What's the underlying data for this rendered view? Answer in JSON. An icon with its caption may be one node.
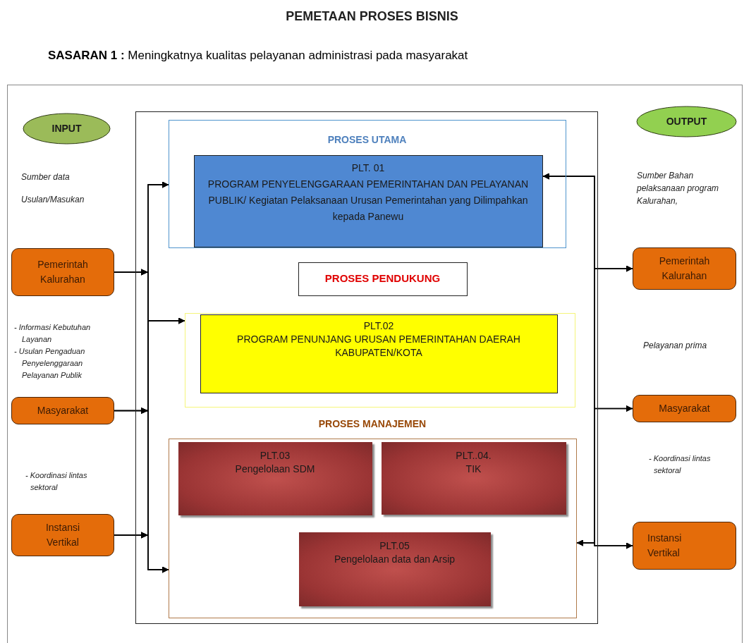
{
  "diagram": {
    "title": "PEMETAAN PROSES BISNIS",
    "nodes": [
      {
        "text": [
          "INPUT"
        ]
      },
      {
        "text": [
          "OUTPUT"
        ]
      },
      {
        "text": [],
        "shape": "box"
      },
      {
        "text": [
          "PROSES UTAMA"
        ],
        "in": 2
      },
      {
        "text": [
          "PLT. 01",
          "PROGRAM PENYELENGGARAAN PEMERINTAHAN DAN PELAYANAN PUBLIK/ Kegiatan Pelaksanaan Urusan Pemerintahan yang Dilimpahkan kepada Panewu"
        ],
        "in": 3
      },
      {
        "text": [
          "PROSES PENDUKUNG"
        ],
        "in": 2
      },
      {
        "text": [],
        "shape": "box",
        "in": 2
      },
      {
        "text": [
          "PLT.02",
          "PROGRAM PENUNJANG URUSAN PEMERINTAHAN DAERAH KABUPATEN/KOTA"
        ],
        "in": 6
      },
      {
        "text": [
          "PROSES MANAJEMEN"
        ],
        "in": 2
      },
      {
        "text": [
          "PLT.03",
          "Pengelolaan SDM"
        ],
        "in": 8
      },
      {
        "text": [
          "PLT..04.",
          "TIK"
        ],
        "in": 8
      },
      {
        "text": [
          "PLT.05",
          "Pengelolaan data dan Arsip"
        ],
        "in": 8
      },
      {
        "text": [
          "Pemerintah Kalurahan"
        ]
      },
      {
        "text": [
          "Masyarakat"
        ]
      },
      {
        "text": [
          "Instansi Vertikal"
        ]
      },
      {
        "text": [
          "Pemerintah Kalurahan"
        ]
      },
      {
        "text": [
          "Masyarakat"
        ]
      },
      {
        "text": [
          "Instansi Vertikal"
        ]
      }
    ],
    "edges": [
      {
        "from": 12,
        "to": 3,
        "arrow": "to"
      },
      {
        "from": 12,
        "to": 6,
        "arrow": "to"
      },
      {
        "from": 12,
        "to": 8,
        "arrow": "to"
      },
      {
        "from": 13,
        "to": 3,
        "arrow": "to"
      },
      {
        "from": 13,
        "to": 6,
        "arrow": "to"
      },
      {
        "from": 13,
        "to": 8,
        "arrow": "to"
      },
      {
        "from": 14,
        "to": 3,
        "arrow": "to"
      },
      {
        "from": 14,
        "to": 6,
        "arrow": "to"
      },
      {
        "from": 14,
        "to": 8,
        "arrow": "to"
      },
      {
        "from": 4,
        "to": 15,
        "arrow": "both"
      },
      {
        "from": 4,
        "to": 16,
        "arrow": "both"
      },
      {
        "from": 4,
        "to": 17,
        "arrow": "both"
      },
      {
        "from": 8,
        "to": 15,
        "arrow": "both"
      },
      {
        "from": 8,
        "to": 16,
        "arrow": "both"
      },
      {
        "from": 8,
        "to": 17,
        "arrow": "both"
      }
    ],
    "labels": [
      "**SASARAN 1 :** Meningkatnya  kualitas pelayanan administrasi pada masyarakat",
      "Sumber data",
      "Usulan/Masukan",
      "Sumber Bahan pelaksanaan program Kalurahan,",
      "- Informasi Kebutuhan Layanan",
      "- Usulan Pengaduan Penyelenggaraan Pelayanan Publik",
      "Pelayanan prima",
      "- Koordinasi lintas sektoral",
      "- Koordinasi lintas sektoral"
    ]
  }
}
